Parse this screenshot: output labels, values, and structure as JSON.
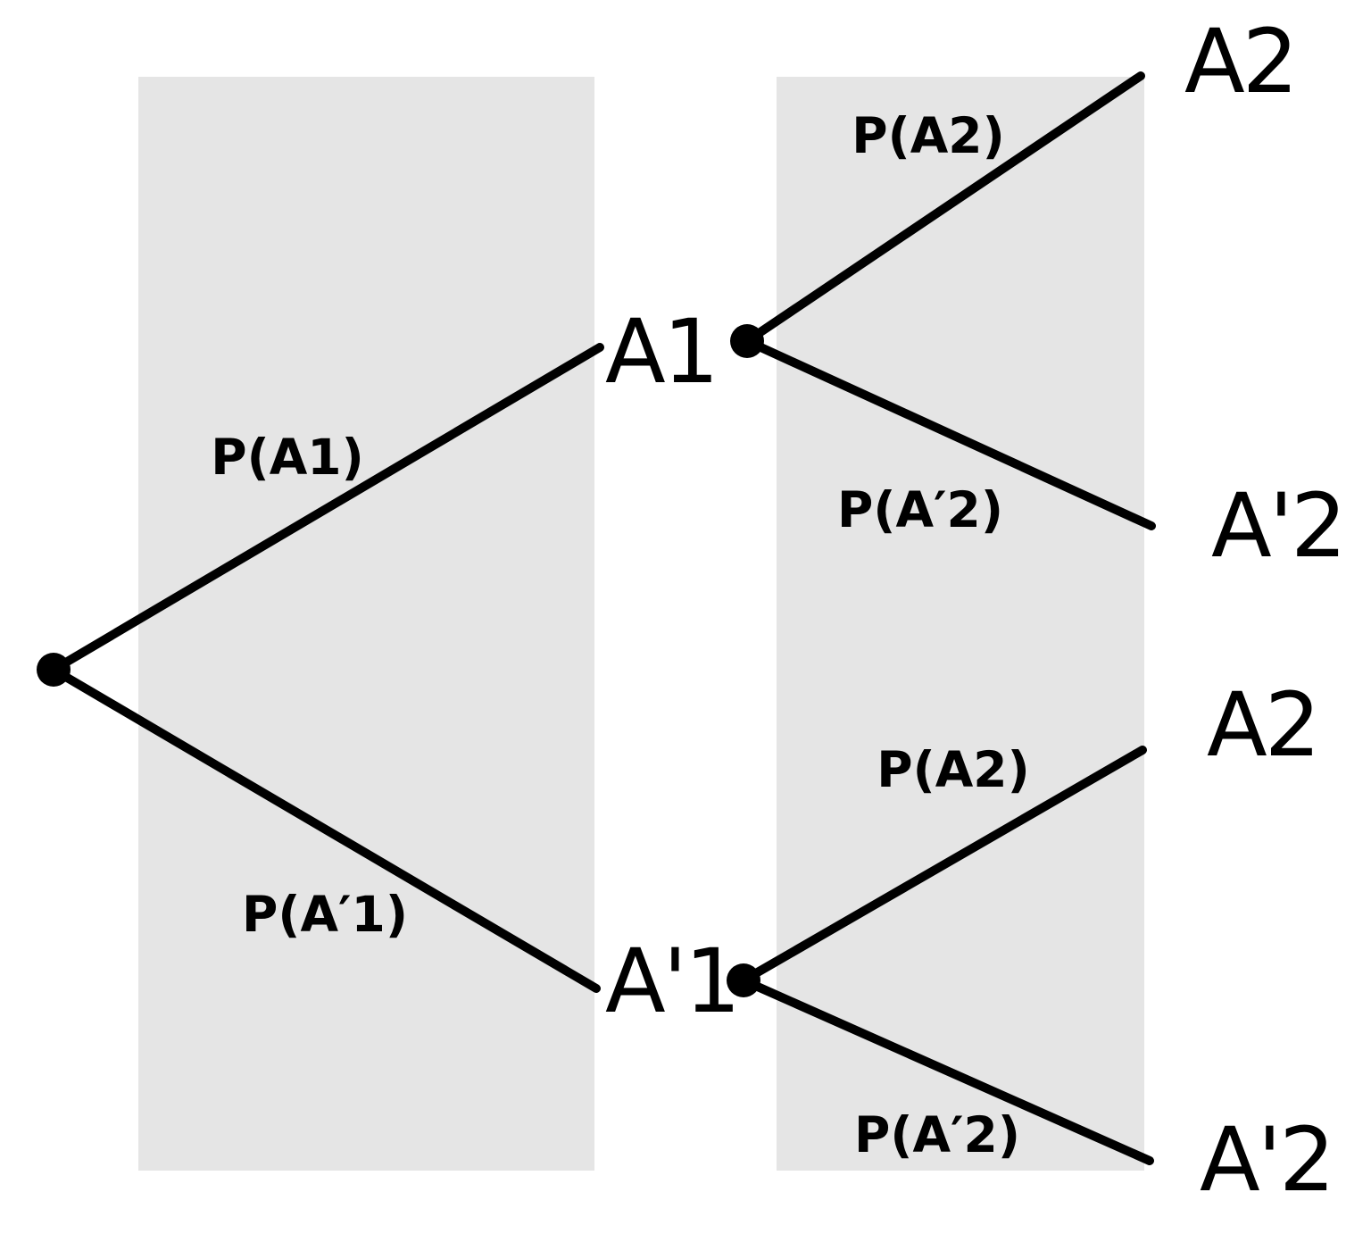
{
  "diagram": {
    "title": "two-stage probability tree",
    "node_labels": {
      "a1": "A1",
      "a1_prime": "A'1",
      "a2_top": "A2",
      "a2_prime_top": "A'2",
      "a2_bottom": "A2",
      "a2_prime_bottom": "A'2"
    },
    "branch_labels": {
      "p_a1": "P(A1)",
      "p_a1_prime": "P(A′1)",
      "p_a2_top": "P(A2)",
      "p_a2_prime_top": "P(A′2)",
      "p_a2_bottom": "P(A2)",
      "p_a2_prime_bottom": "P(A′2)"
    },
    "colors": {
      "background": "#ffffff",
      "stage_band": "#e5e5e5",
      "line": "#000000",
      "text": "#000000"
    }
  }
}
